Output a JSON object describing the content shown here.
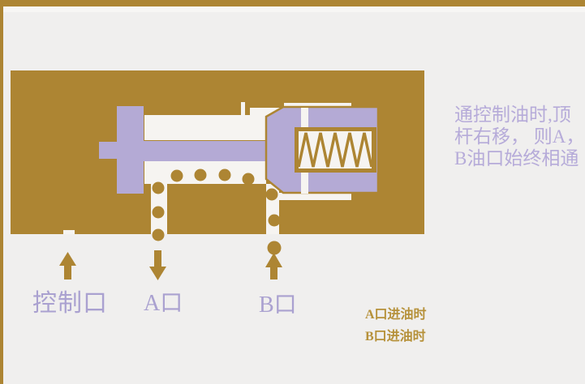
{
  "diagram": {
    "title_note": {
      "line1": "通控制油时,顶",
      "line2": "杆右移， 则A，",
      "line3": "B油口始终相通"
    },
    "labels": {
      "control_port": "控制口",
      "port_a": "A口",
      "port_b": "B口"
    },
    "captions": {
      "a_inlet": "A口进油时",
      "b_inlet": "B口进油时"
    },
    "colors": {
      "body_gold": "#ad8533",
      "spool_purple": "#b4aad5",
      "background": "#f0efee",
      "bore_white": "#f6f4f1",
      "label_purple": "#aaa1d0",
      "note_purple": "#b6abd9",
      "caption_gold": "#b6913a"
    },
    "parts": {
      "flow_dot_count": 10,
      "arrow_directions": {
        "control_port": "up",
        "port_a": "down",
        "port_b": "up"
      }
    }
  }
}
